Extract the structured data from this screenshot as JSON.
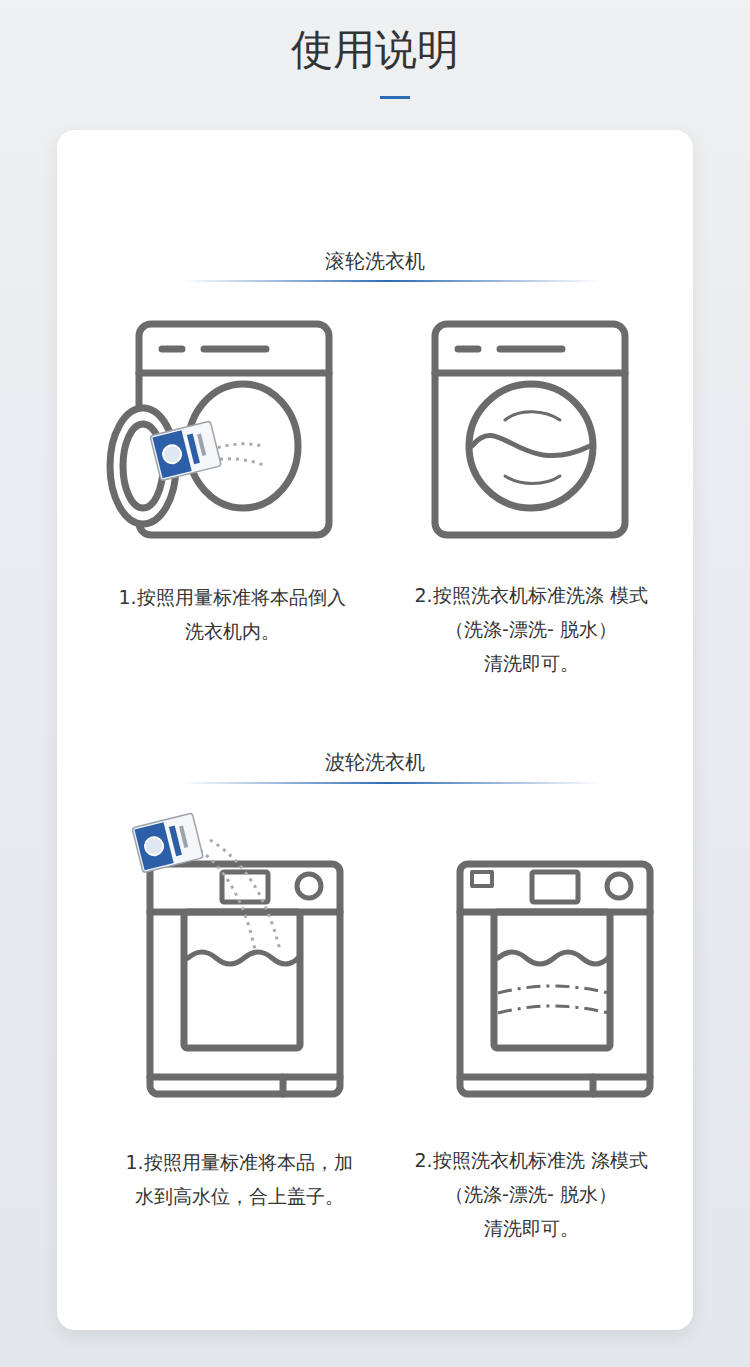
{
  "diagram": {
    "title": "使用说明",
    "labels": [
      "滚轮洗衣机",
      "1.按照用量标准将本品倒入 洗衣机内。",
      "2.按照洗衣机标准洗涤 模式（洗涤-漂洗- 脱水）清洗即可。",
      "波轮洗衣机",
      "1.按照用量标准将本品，加 水到高水位，合上盖子。",
      "2.按照洗衣机标准洗 涤模式（洗涤-漂洗- 脱水）清洗即可。"
    ]
  }
}
